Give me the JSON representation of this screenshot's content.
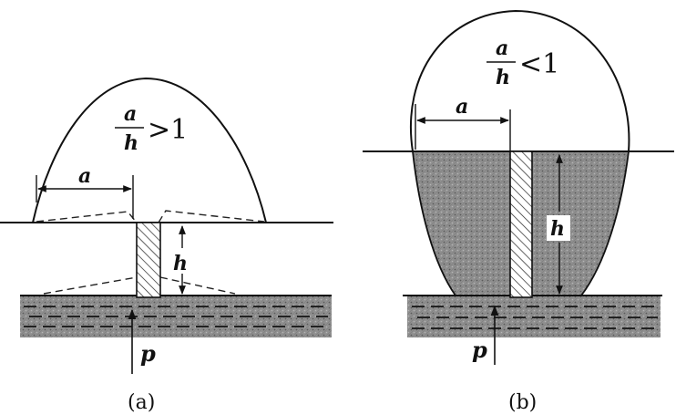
{
  "figure_a": {
    "ratio": {
      "numerator": "a",
      "denominator": "h",
      "relation": ">1"
    },
    "width_label": "a",
    "height_label": "h",
    "pressure_label": "p",
    "caption": "(a)"
  },
  "figure_b": {
    "ratio": {
      "numerator": "a",
      "denominator": "h",
      "relation": "<1"
    },
    "width_label": "a",
    "height_label": "h",
    "pressure_label": "p",
    "caption": "(b)"
  }
}
